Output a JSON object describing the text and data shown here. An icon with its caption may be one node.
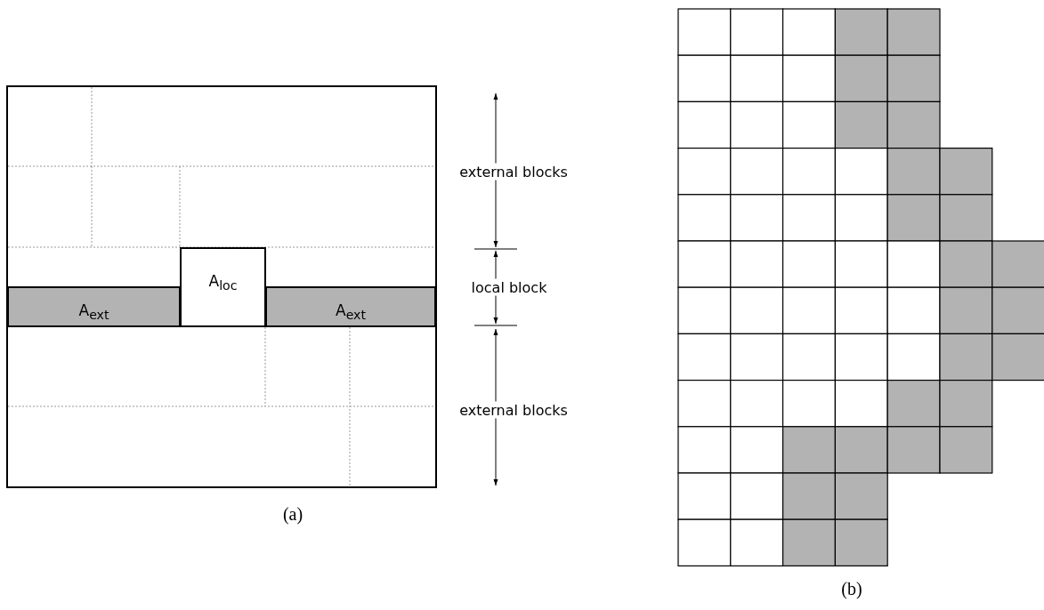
{
  "diagram": {
    "nodes": [
      {
        "text": [
          "A$_{ext}$"
        ]
      },
      {
        "text": [
          "A$_{loc}$"
        ]
      },
      {
        "text": [
          "A$_{ext}$"
        ]
      }
    ],
    "edges": [],
    "labels": [
      "external blocks",
      "local block",
      "external blocks",
      "(a)",
      "(b)"
    ]
  }
}
